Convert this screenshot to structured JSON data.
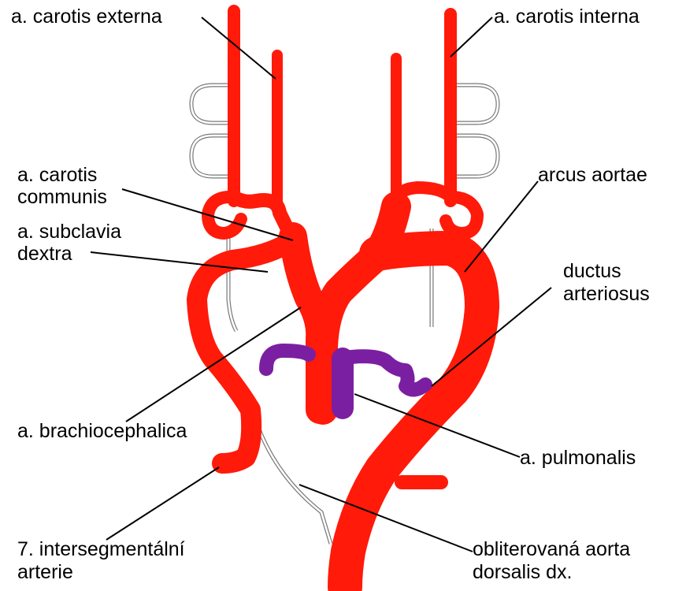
{
  "colors": {
    "artery": "#ff1a0a",
    "pulmonary": "#7b1fa2",
    "outline": "#666666",
    "text": "#000000"
  },
  "labels": {
    "carotis_externa": "a. carotis externa",
    "carotis_interna": "a. carotis interna",
    "carotis_communis_1": "a. carotis",
    "carotis_communis_2": "communis",
    "subclavia_1": "a. subclavia",
    "subclavia_2": "dextra",
    "arcus_aortae": "arcus aortae",
    "ductus_1": "ductus",
    "ductus_2": "arteriosus",
    "brachiocephalica": "a. brachiocephalica",
    "pulmonalis": "a. pulmonalis",
    "intersegmentalni_1": "7. intersegmentální",
    "intersegmentalni_2": "arterie",
    "obliterovana_1": "obliterovaná aorta",
    "obliterovana_2": "dorsalis dx."
  }
}
